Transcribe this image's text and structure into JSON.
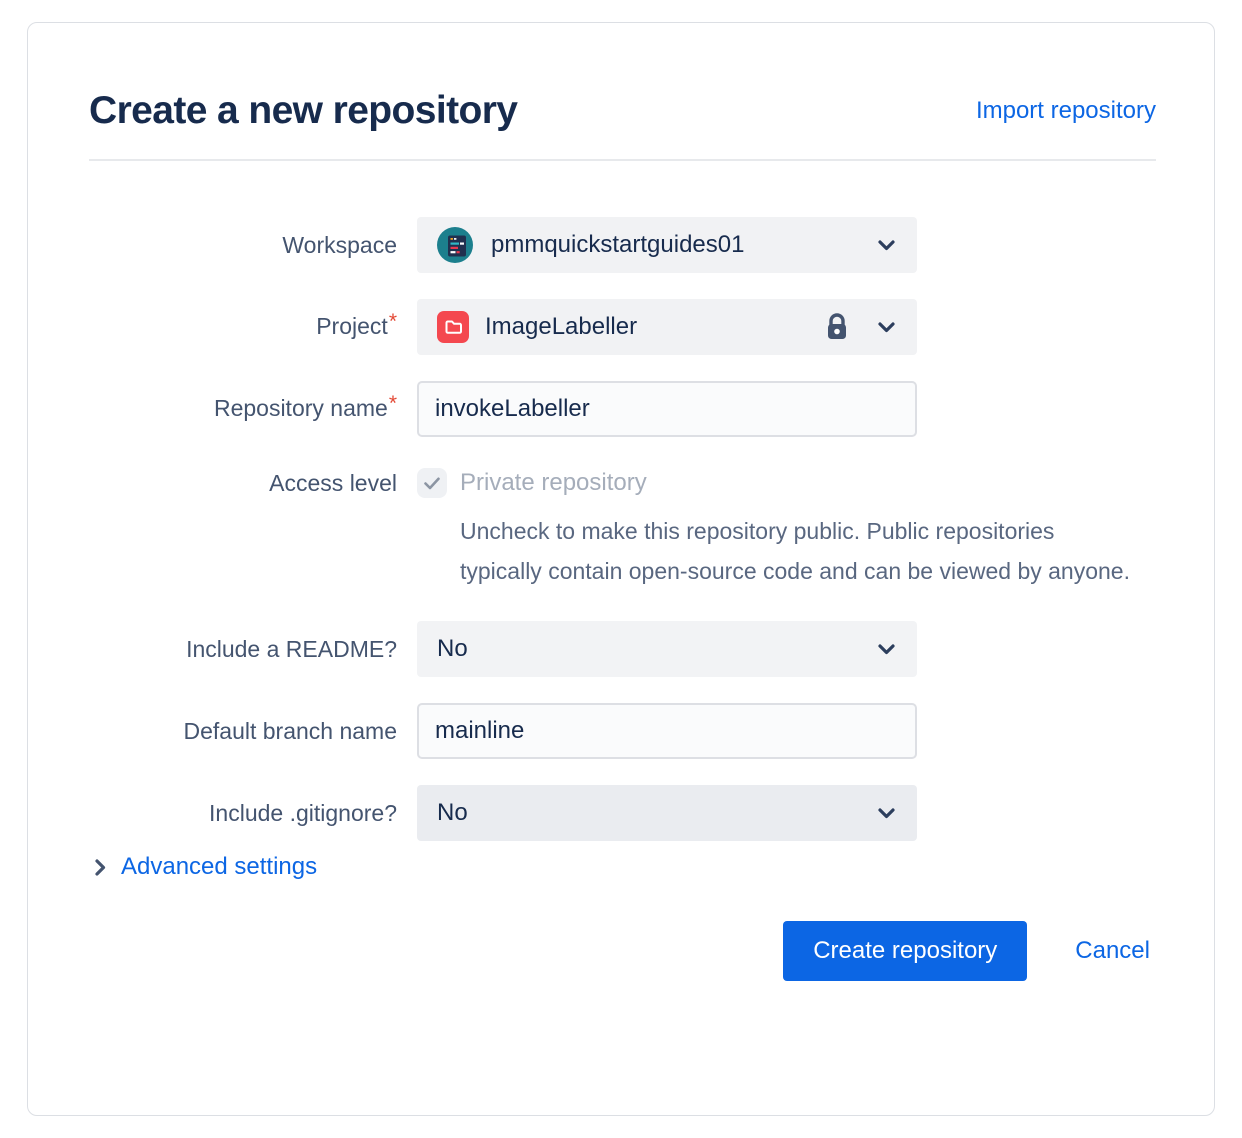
{
  "page": {
    "title": "Create a new repository",
    "import_link": "Import repository"
  },
  "form": {
    "workspace": {
      "label": "Workspace",
      "value": "pmmquickstartguides01"
    },
    "project": {
      "label": "Project",
      "required_mark": "*",
      "value": "ImageLabeller",
      "locked": true
    },
    "repository_name": {
      "label": "Repository name",
      "required_mark": "*",
      "value": "invokeLabeller"
    },
    "access_level": {
      "label": "Access level",
      "checkbox_label": "Private repository",
      "checked": true,
      "help_text": "Uncheck to make this repository public. Public repositories typically contain open-source code and can be viewed by anyone."
    },
    "include_readme": {
      "label": "Include a README?",
      "value": "No"
    },
    "default_branch": {
      "label": "Default branch name",
      "value": "mainline"
    },
    "include_gitignore": {
      "label": "Include .gitignore?",
      "value": "No"
    }
  },
  "advanced_settings": {
    "label": "Advanced settings"
  },
  "footer": {
    "create_label": "Create repository",
    "cancel_label": "Cancel"
  },
  "icons": {
    "workspace_avatar": "workspace-avatar",
    "project_avatar": "red-folder-icon",
    "lock": "lock-icon",
    "chevron_down": "chevron-down-icon",
    "chevron_right": "chevron-right-icon",
    "check": "check-icon"
  },
  "colors": {
    "accent_blue": "#0C66E4",
    "title_text": "#172B4D",
    "label_text": "#44546F",
    "required_red": "#E34935",
    "workspace_avatar_teal": "#1C7F8D",
    "project_avatar_red": "#F4484F",
    "field_background": "#F1F2F4",
    "disabled_text": "#A5ADBA",
    "card_border": "#DCDFE4"
  }
}
